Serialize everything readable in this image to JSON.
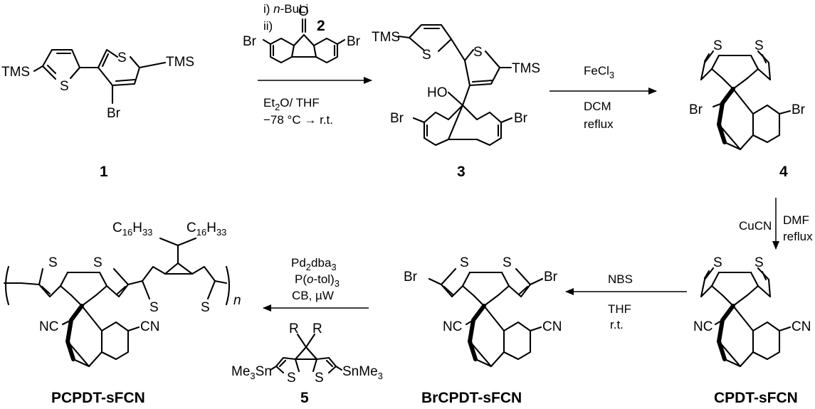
{
  "compounds": {
    "c1": "1",
    "c3": "3",
    "c4": "4",
    "cpdt": "CPDT-sFCN",
    "brcpdt": "BrCPDT-sFCN",
    "pcpdt": "PCPDT-sFCN",
    "c5": "5"
  },
  "atoms": {
    "s": "S",
    "tms": "TMS",
    "br": "Br",
    "ho": "HO",
    "o": "O",
    "nc": "NC",
    "cn": "CN",
    "r": "R",
    "c16h33": "C",
    "c16h33_sub": "16",
    "c16h33_h": "H",
    "c16h33_sub2": "33",
    "me3sn": "Me",
    "me3sn_sub": "3",
    "me3sn_sn": "Sn",
    "snme3": "SnMe",
    "snme3_sub": "3",
    "n": "n",
    "reagent_number": "2"
  },
  "steps": {
    "step1": {
      "line1_prefix": "i) ",
      "line1_italic": "n",
      "line1_suffix": "-BuLi",
      "line2": "ii)",
      "line3_a": "Et",
      "line3_sub": "2",
      "line3_b": "O/ THF",
      "line4": "−78 °C → r.t."
    },
    "step2": {
      "line1_a": "FeCl",
      "line1_sub": "3",
      "line2": "DCM",
      "line3": "reflux"
    },
    "step3": {
      "left": "CuCN",
      "right1": "DMF",
      "right2": "reflux"
    },
    "step4": {
      "line1": "NBS",
      "line2": "THF",
      "line3": "r.t."
    },
    "step5": {
      "line1_a": "Pd",
      "line1_sub1": "2",
      "line1_b": "dba",
      "line1_sub2": "3",
      "line2_a": "P(",
      "line2_italic": "o",
      "line2_b": "-tol)",
      "line2_sub": "3",
      "line3": "CB, µW"
    }
  }
}
